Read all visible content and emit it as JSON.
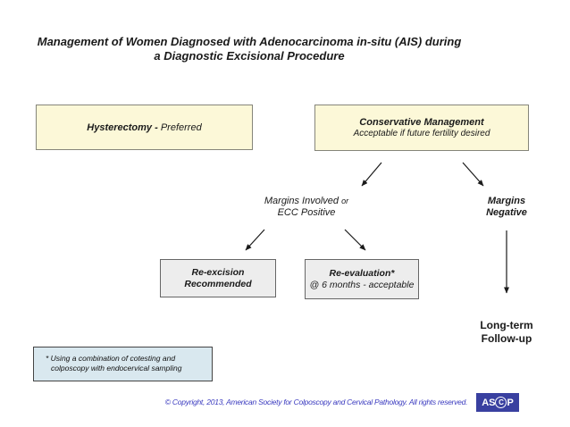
{
  "title": {
    "line1": "Management of Women Diagnosed with Adenocarcinoma in-situ (AIS) during",
    "line2": "a Diagnostic Excisional Procedure"
  },
  "boxes": {
    "hysterectomy": {
      "label_bold": "Hysterectomy -",
      "label_rest": "Preferred"
    },
    "conservative": {
      "title": "Conservative Management",
      "subtitle": "Acceptable if future fertility desired"
    },
    "re_excision": {
      "line1": "Re-excision",
      "line2": "Recommended"
    },
    "re_evaluation": {
      "line1": "Re-evaluation*",
      "line2": "@ 6 months - acceptable"
    }
  },
  "labels": {
    "margins_involved": {
      "main": "Margins Involved",
      "small": "or",
      "line2": "ECC Positive"
    },
    "margins_negative": {
      "line1": "Margins",
      "line2": "Negative"
    },
    "long_term": {
      "line1": "Long-term",
      "line2": "Follow-up"
    }
  },
  "footnote": {
    "line1": "* Using a combination of cotesting and",
    "line2": "colposcopy with endocervical sampling"
  },
  "footer": {
    "copyright": "© Copyright, 2013, American Society for Colposcopy and Cervical Pathology.  All rights reserved."
  },
  "logo": {
    "left": "AS",
    "circled": "C",
    "right": "P"
  },
  "colors": {
    "node_fill_yellow": "#FCF8D8",
    "node_fill_gray": "#EDEDED",
    "footnote_fill_blue": "#D9E8EF",
    "copyright_text": "#3A3ABF",
    "logo_bg": "#3940A0",
    "arrow": "#1a1a1a"
  }
}
